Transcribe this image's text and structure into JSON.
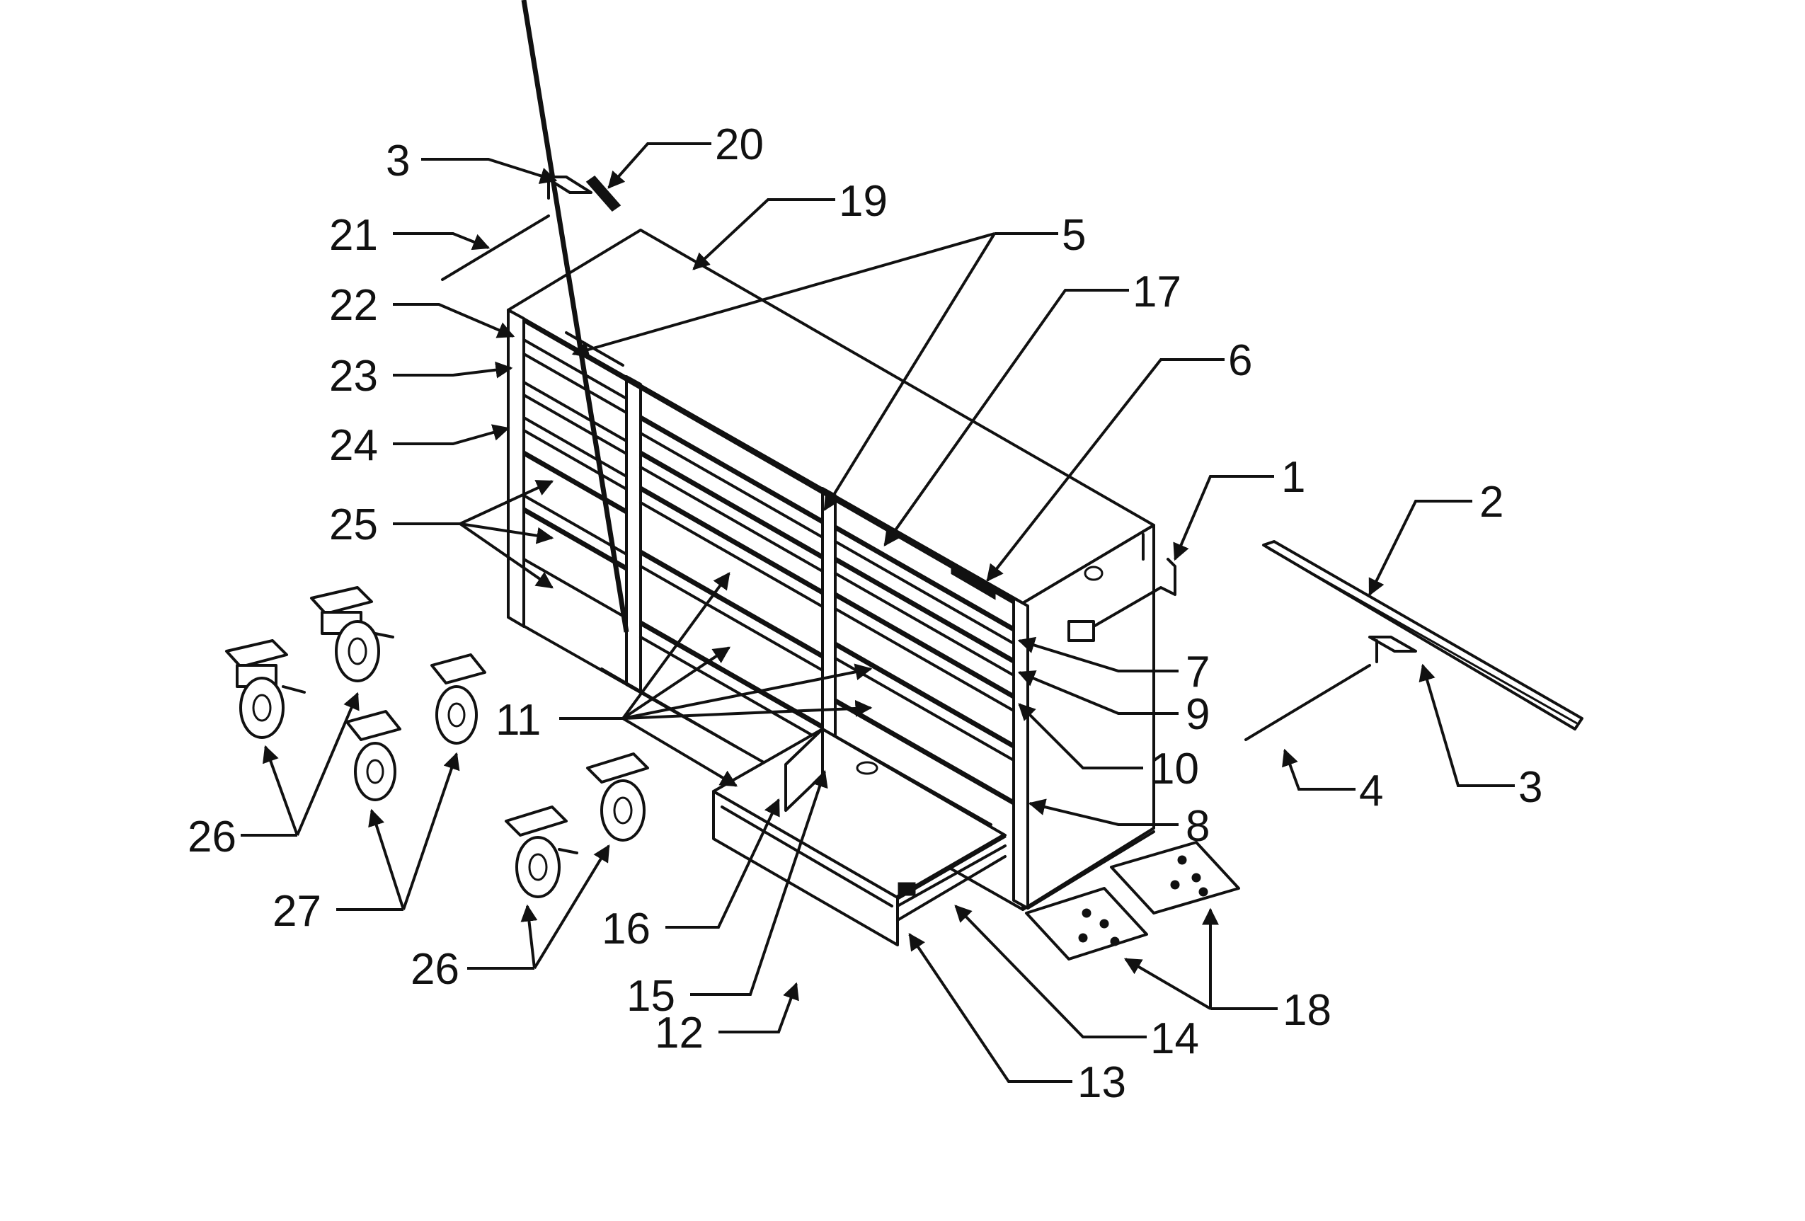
{
  "labels": {
    "l1": "1",
    "l2": "2",
    "l3a": "3",
    "l3b": "3",
    "l4": "4",
    "l5": "5",
    "l6": "6",
    "l7": "7",
    "l8": "8",
    "l9": "9",
    "l10": "10",
    "l11": "11",
    "l12": "12",
    "l13": "13",
    "l14": "14",
    "l15": "15",
    "l16": "16",
    "l17": "17",
    "l18": "18",
    "l19": "19",
    "l20": "20",
    "l21": "21",
    "l22": "22",
    "l23": "23",
    "l24": "24",
    "l25": "25",
    "l26a": "26",
    "l26b": "26",
    "l27": "27"
  }
}
